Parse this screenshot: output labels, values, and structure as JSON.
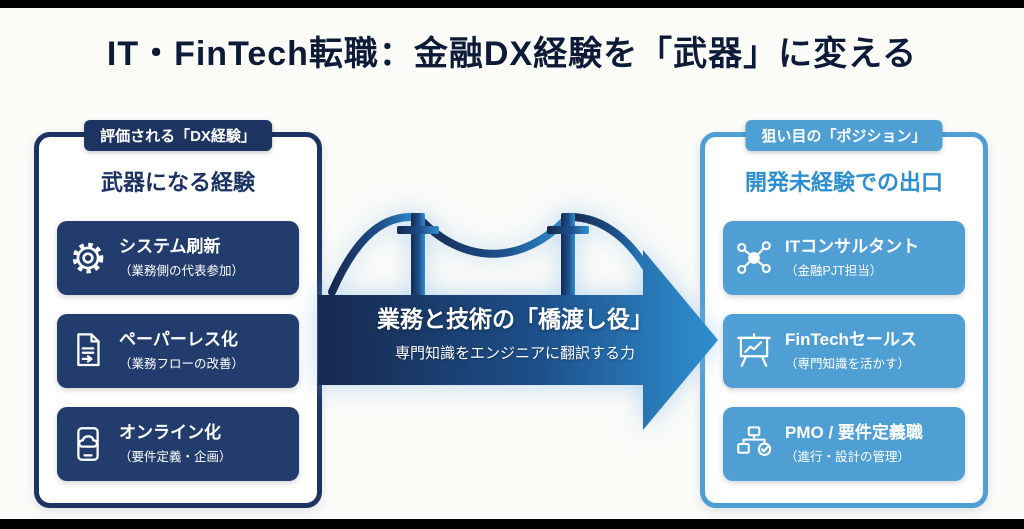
{
  "title": "IT・FinTech転職：金融DX経験を「武器」に変える",
  "left_panel": {
    "badge": "評価される「DX経験」",
    "heading": "武器になる経験",
    "items": [
      {
        "icon": "gear-icon",
        "title": "システム刷新",
        "subtitle": "（業務側の代表参加）"
      },
      {
        "icon": "document-edit-icon",
        "title": "ペーパーレス化",
        "subtitle": "（業務フローの改善）"
      },
      {
        "icon": "smartphone-cloud-icon",
        "title": "オンライン化",
        "subtitle": "（要件定義・企画）"
      }
    ]
  },
  "bridge": {
    "heading": "業務と技術の「橋渡し役」",
    "subheading": "専門知識をエンジニアに翻訳する力"
  },
  "right_panel": {
    "badge": "狙い目の「ポジション」",
    "heading": "開発未経験での出口",
    "items": [
      {
        "icon": "network-nodes-icon",
        "title": "ITコンサルタント",
        "subtitle": "（金融PJT担当）"
      },
      {
        "icon": "presentation-chart-icon",
        "title": "FinTechセールス",
        "subtitle": "（専門知識を活かす）"
      },
      {
        "icon": "flowchart-check-icon",
        "title": "PMO / 要件定義職",
        "subtitle": "（進行・設計の管理）"
      }
    ]
  },
  "colors": {
    "navy": "#1d3463",
    "navy_item": "#223d6d",
    "blue": "#4f9fd5",
    "blue_heading": "#2d8fd0",
    "title_text": "#0d1b38",
    "arrow_gradient_start": "#16294e",
    "arrow_gradient_end": "#2f8fd0",
    "background": "#fbfbf8"
  }
}
